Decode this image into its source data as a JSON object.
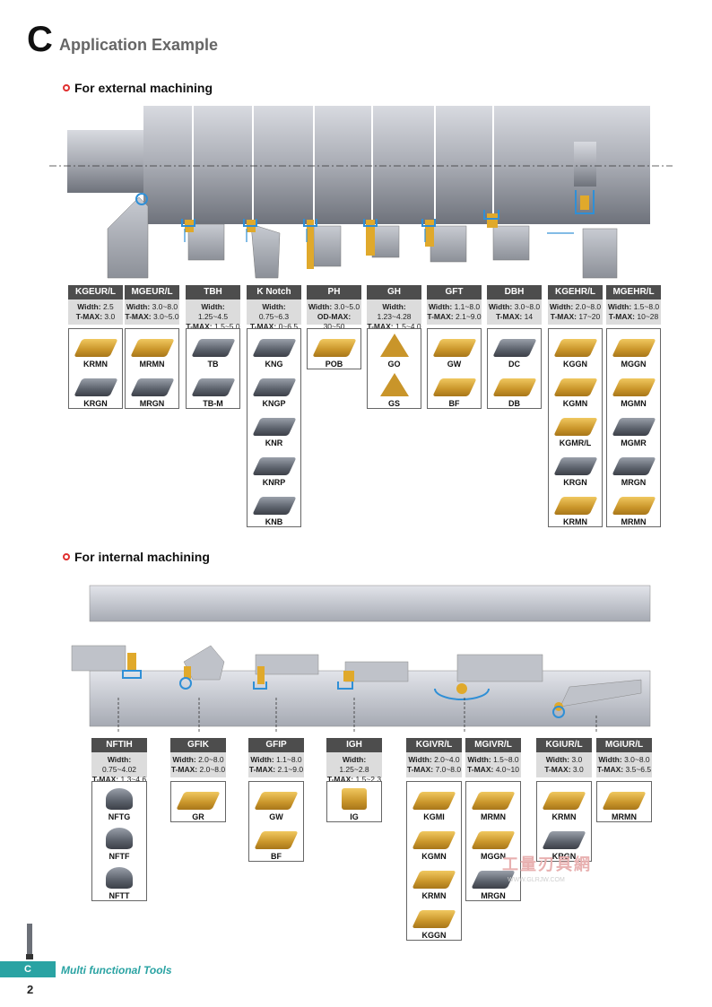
{
  "header": {
    "letter": "C",
    "title": "Application Example"
  },
  "sections": {
    "external": "For external machining",
    "internal": "For internal machining"
  },
  "external": [
    {
      "name": "KGEUR/L",
      "w_label": "Width:",
      "w": "2.5",
      "t_label": "T-MAX:",
      "t": "3.0",
      "items": [
        {
          "l": "KRMN",
          "c": "g"
        },
        {
          "l": "KRGN",
          "c": "s"
        }
      ]
    },
    {
      "name": "MGEUR/L",
      "w_label": "Width:",
      "w": "3.0~8.0",
      "t_label": "T-MAX:",
      "t": "3.0~5.0",
      "items": [
        {
          "l": "MRMN",
          "c": "g"
        },
        {
          "l": "MRGN",
          "c": "s"
        }
      ]
    },
    {
      "name": "TBH",
      "w_label": "Width:",
      "w": "1.25~4.5",
      "t_label": "T-MAX:",
      "t": "1.5~5.0",
      "items": [
        {
          "l": "TB",
          "c": "s"
        },
        {
          "l": "TB-M",
          "c": "s"
        }
      ]
    },
    {
      "name": "K Notch",
      "w_label": "Width:",
      "w": "0.75~6.3",
      "t_label": "T-MAX:",
      "t": "0~6.5",
      "items": [
        {
          "l": "KNG",
          "c": "s"
        },
        {
          "l": "KNGP",
          "c": "s"
        },
        {
          "l": "KNR",
          "c": "s"
        },
        {
          "l": "KNRP",
          "c": "s"
        },
        {
          "l": "KNB",
          "c": "s"
        }
      ]
    },
    {
      "name": "PH",
      "w_label": "Width:",
      "w": "3.0~5.0",
      "t_label": "OD-MAX:",
      "t": "30~50",
      "items": [
        {
          "l": "POB",
          "c": "g"
        }
      ]
    },
    {
      "name": "GH",
      "w_label": "Width:",
      "w": "1.23~4.28",
      "t_label": "T-MAX:",
      "t": "1.5~4.0",
      "items": [
        {
          "l": "GO",
          "c": "tri"
        },
        {
          "l": "GS",
          "c": "tri"
        }
      ]
    },
    {
      "name": "GFT",
      "w_label": "Width:",
      "w": "1.1~8.0",
      "t_label": "T-MAX:",
      "t": "2.1~9.0",
      "items": [
        {
          "l": "GW",
          "c": "g"
        },
        {
          "l": "BF",
          "c": "g"
        }
      ]
    },
    {
      "name": "DBH",
      "w_label": "Width:",
      "w": "3.0~8.0",
      "t_label": "T-MAX:",
      "t": "14",
      "items": [
        {
          "l": "DC",
          "c": "s"
        },
        {
          "l": "DB",
          "c": "g"
        }
      ]
    },
    {
      "name": "KGEHR/L",
      "w_label": "Width:",
      "w": "2.0~8.0",
      "t_label": "T-MAX:",
      "t": "17~20",
      "items": [
        {
          "l": "KGGN",
          "c": "g"
        },
        {
          "l": "KGMN",
          "c": "g"
        },
        {
          "l": "KGMR/L",
          "c": "g"
        },
        {
          "l": "KRGN",
          "c": "s"
        },
        {
          "l": "KRMN",
          "c": "g"
        }
      ]
    },
    {
      "name": "MGEHR/L",
      "w_label": "Width:",
      "w": "1.5~8.0",
      "t_label": "T-MAX:",
      "t": "10~28",
      "items": [
        {
          "l": "MGGN",
          "c": "g"
        },
        {
          "l": "MGMN",
          "c": "g"
        },
        {
          "l": "MGMR",
          "c": "s"
        },
        {
          "l": "MRGN",
          "c": "s"
        },
        {
          "l": "MRMN",
          "c": "g"
        }
      ]
    }
  ],
  "internal": [
    {
      "name": "NFTIH",
      "w_label": "Width:",
      "w": "0.75~4.02",
      "t_label": "T-MAX:",
      "t": "1.3~4.6",
      "items": [
        {
          "l": "NFTG",
          "c": "round"
        },
        {
          "l": "NFTF",
          "c": "round"
        },
        {
          "l": "NFTT",
          "c": "round"
        }
      ]
    },
    {
      "name": "GFIK",
      "w_label": "Width:",
      "w": "2.0~8.0",
      "t_label": "T-MAX:",
      "t": "2.0~8.0",
      "items": [
        {
          "l": "GR",
          "c": "g"
        }
      ]
    },
    {
      "name": "GFIP",
      "w_label": "Width:",
      "w": "1.1~8.0",
      "t_label": "T-MAX:",
      "t": "2.1~9.0",
      "items": [
        {
          "l": "GW",
          "c": "g"
        },
        {
          "l": "BF",
          "c": "g"
        }
      ]
    },
    {
      "name": "IGH",
      "w_label": "Width:",
      "w": "1.25~2.8",
      "t_label": "T-MAX:",
      "t": "1.5~2.3",
      "items": [
        {
          "l": "IG",
          "c": "sq"
        }
      ]
    },
    {
      "name": "KGIVR/L",
      "w_label": "Width:",
      "w": "2.0~4.0",
      "t_label": "T-MAX:",
      "t": "7.0~8.0",
      "items": [
        {
          "l": "KGMI",
          "c": "g"
        },
        {
          "l": "KGMN",
          "c": "g"
        },
        {
          "l": "KRMN",
          "c": "g"
        },
        {
          "l": "KGGN",
          "c": "g"
        }
      ]
    },
    {
      "name": "MGIVR/L",
      "w_label": "Width:",
      "w": "1.5~8.0",
      "t_label": "T-MAX:",
      "t": "4.0~10",
      "items": [
        {
          "l": "MRMN",
          "c": "g"
        },
        {
          "l": "MGGN",
          "c": "g"
        },
        {
          "l": "MRGN",
          "c": "s"
        }
      ]
    },
    {
      "name": "KGIUR/L",
      "w_label": "Width:",
      "w": "3.0",
      "t_label": "T-MAX:",
      "t": "3.0",
      "items": [
        {
          "l": "KRMN",
          "c": "g"
        },
        {
          "l": "KRGN",
          "c": "s"
        }
      ]
    },
    {
      "name": "MGIUR/L",
      "w_label": "Width:",
      "w": "3.0~8.0",
      "t_label": "T-MAX:",
      "t": "3.5~6.5",
      "items": [
        {
          "l": "MRMN",
          "c": "g"
        }
      ]
    }
  ],
  "footer": {
    "tab": "C",
    "text": "Multi functional Tools",
    "page": "2"
  },
  "watermark": {
    "text": "工量刃具網",
    "url": "WWW.GLRJW.COM"
  }
}
